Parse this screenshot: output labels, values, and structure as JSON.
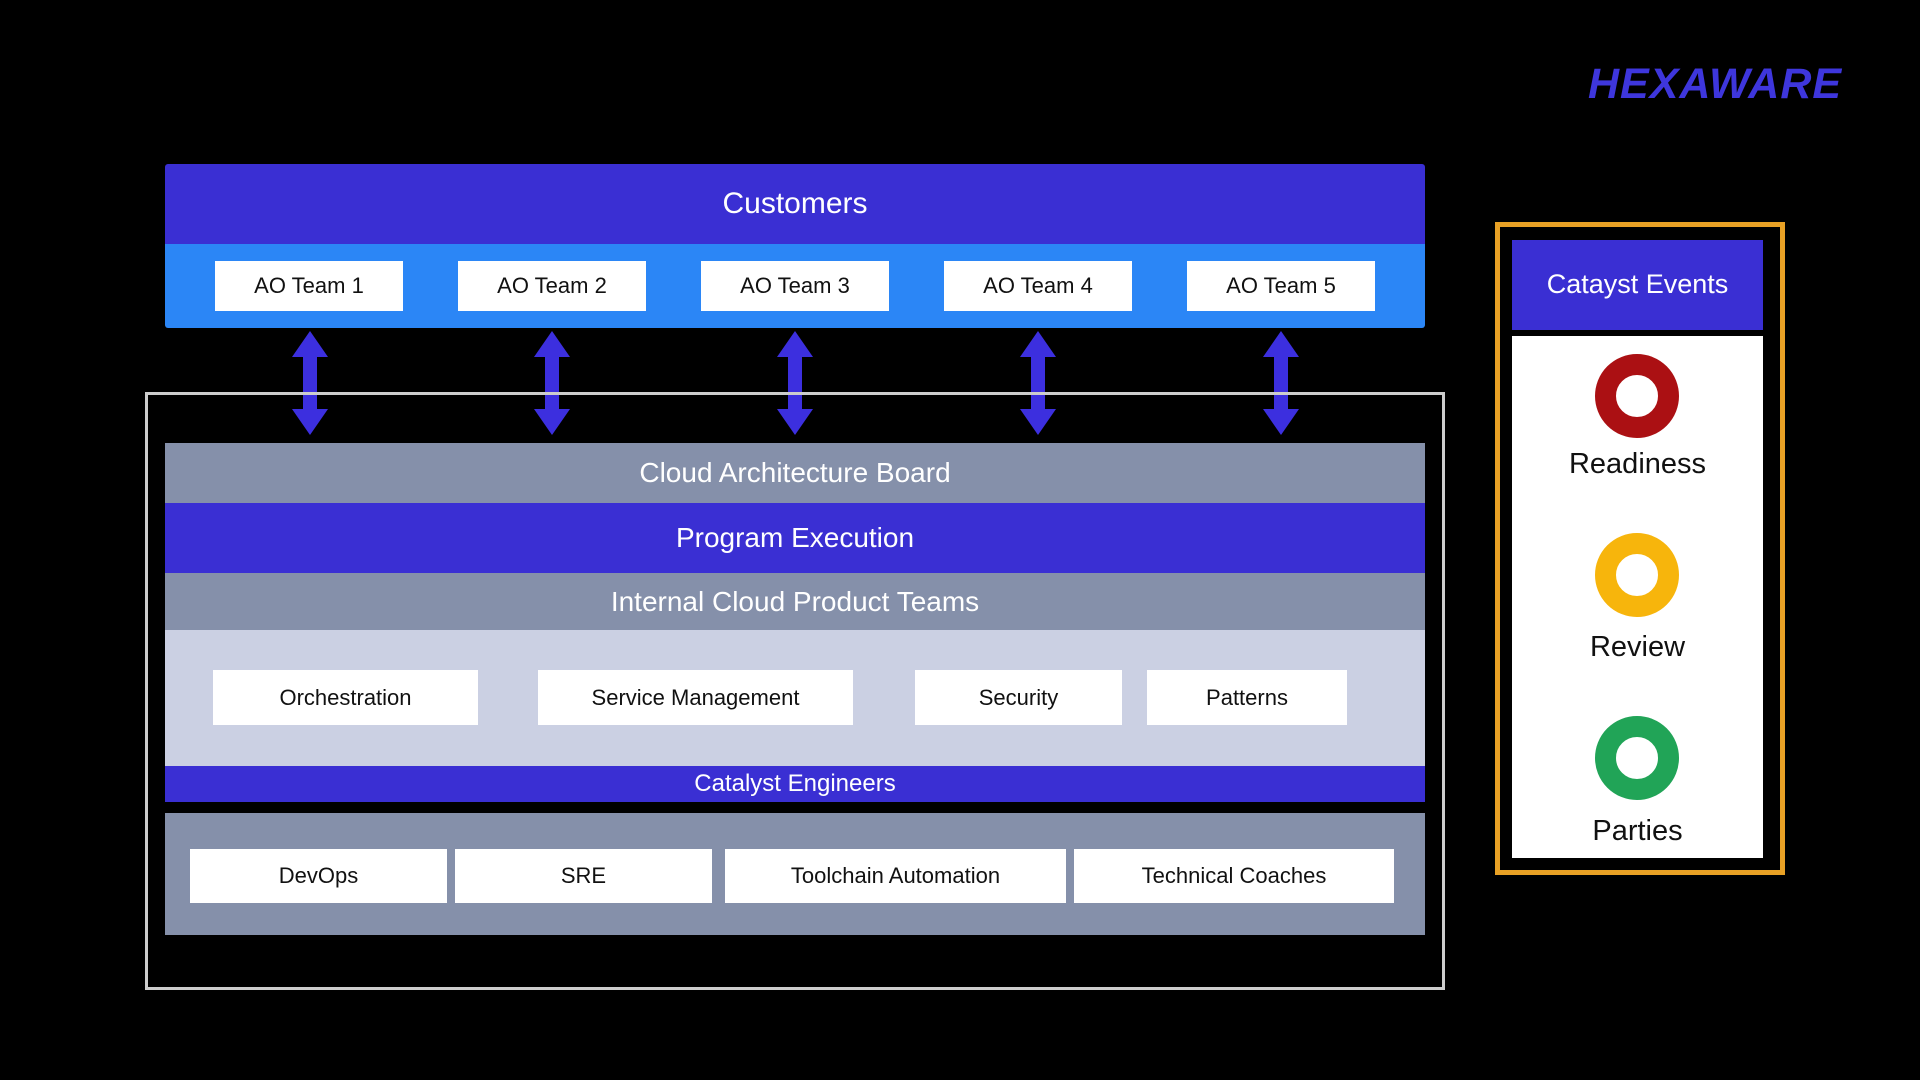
{
  "brand": {
    "logo": "HEXAWARE"
  },
  "colors": {
    "background": "#000000",
    "indigo": "#3A2FD3",
    "light_blue": "#2B86F6",
    "gray_bar": "#8590AA",
    "lavender": "#CBD0E3",
    "container_border": "#CDCDCD",
    "panel_border_orange": "#E8A125",
    "logo_blue": "#3E36DC"
  },
  "top": {
    "customers_label": "Customers",
    "teams": [
      "AO Team 1",
      "AO Team 2",
      "AO Team 3",
      "AO Team 4",
      "AO Team 5"
    ]
  },
  "board": {
    "bars": [
      {
        "label": "Cloud Architecture Board"
      },
      {
        "label": "Program Execution"
      },
      {
        "label": "Internal Cloud Product Teams"
      }
    ],
    "product_boxes": [
      "Orchestration",
      "Service Management",
      "Security",
      "Patterns"
    ],
    "catalyst_engineers_label": "Catalyst Engineers",
    "engineer_boxes": [
      "DevOps",
      "SRE",
      "Toolchain Automation",
      "Technical Coaches"
    ]
  },
  "events_panel": {
    "title": "Catayst Events",
    "items": [
      {
        "label": "Readiness",
        "color": "#AB1013"
      },
      {
        "label": "Review",
        "color": "#F7B50C"
      },
      {
        "label": "Parties",
        "color": "#21A457"
      }
    ]
  }
}
